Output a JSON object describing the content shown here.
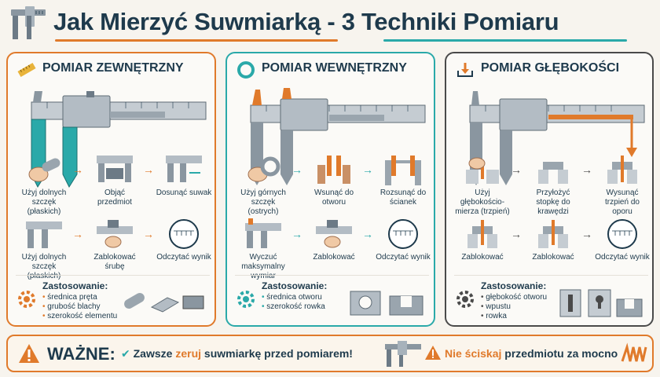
{
  "title": {
    "part1": "Jak Mierzyć Suwmiarką",
    "dash": " - ",
    "part2": "3 Techniki Pomiaru"
  },
  "panels": [
    {
      "title": "POMIAR ZEWNĘTRZNY",
      "steps": [
        {
          "label": "Użyj dolnych szczęk (płaskich)"
        },
        {
          "label": "Objąć przedmiot"
        },
        {
          "label": "Dosunąć suwak"
        },
        {
          "label": "Użyj dolnych szczęk (płaskich)"
        },
        {
          "label": "Zablokować śrubę"
        },
        {
          "label": "Odczytać wynik"
        }
      ],
      "usage_title": "Zastosowanie:",
      "usage": [
        "średnica pręta",
        "grubość blachy",
        "szerokość elementu"
      ]
    },
    {
      "title": "POMIAR WEWNĘTRZNY",
      "steps": [
        {
          "label": "Użyj górnych szczęk (ostrych)"
        },
        {
          "label": "Wsunąć do otworu"
        },
        {
          "label": "Rozsunąć do ścianek"
        },
        {
          "label": "Wyczuć maksymalny wymiar"
        },
        {
          "label": "Zablokować"
        },
        {
          "label": "Odczytać wynik"
        }
      ],
      "usage_title": "Zastosowanie:",
      "usage": [
        "średnica otworu",
        "szerokość rowka"
      ]
    },
    {
      "title": "POMIAR GŁĘBOKOŚCI",
      "steps": [
        {
          "label": "Użyj głębokościo-mierza (trzpień)"
        },
        {
          "label": "Przyłożyć stopkę do krawędzi"
        },
        {
          "label": "Wysunąć trzpień do oporu"
        },
        {
          "label": "Zablokować"
        },
        {
          "label": "Zablokować"
        },
        {
          "label": "Odczytać wynik"
        }
      ],
      "usage_title": "Zastosowanie:",
      "usage": [
        "głębokość otworu",
        "wpustu",
        "rowka"
      ]
    }
  ],
  "footer": {
    "heading": "WAŻNE:",
    "tip1_pre": "Zawsze ",
    "tip1_hl": "zeruj",
    "tip1_post": " suwmiarkę przed pomiarem!",
    "tip2_hl": "Nie ściskaj",
    "tip2_post": " przedmiotu za mocno"
  },
  "colors": {
    "orange": "#e07a2b",
    "teal": "#2aa9a9",
    "dark": "#4a4a4a",
    "navy": "#1e3a4c"
  },
  "icons": [
    "caliper-logo-icon",
    "ruler-icon",
    "ring-icon",
    "depth-icon",
    "arrow-right-icon",
    "gear-icon",
    "warning-icon",
    "check-icon",
    "spring-icon"
  ]
}
